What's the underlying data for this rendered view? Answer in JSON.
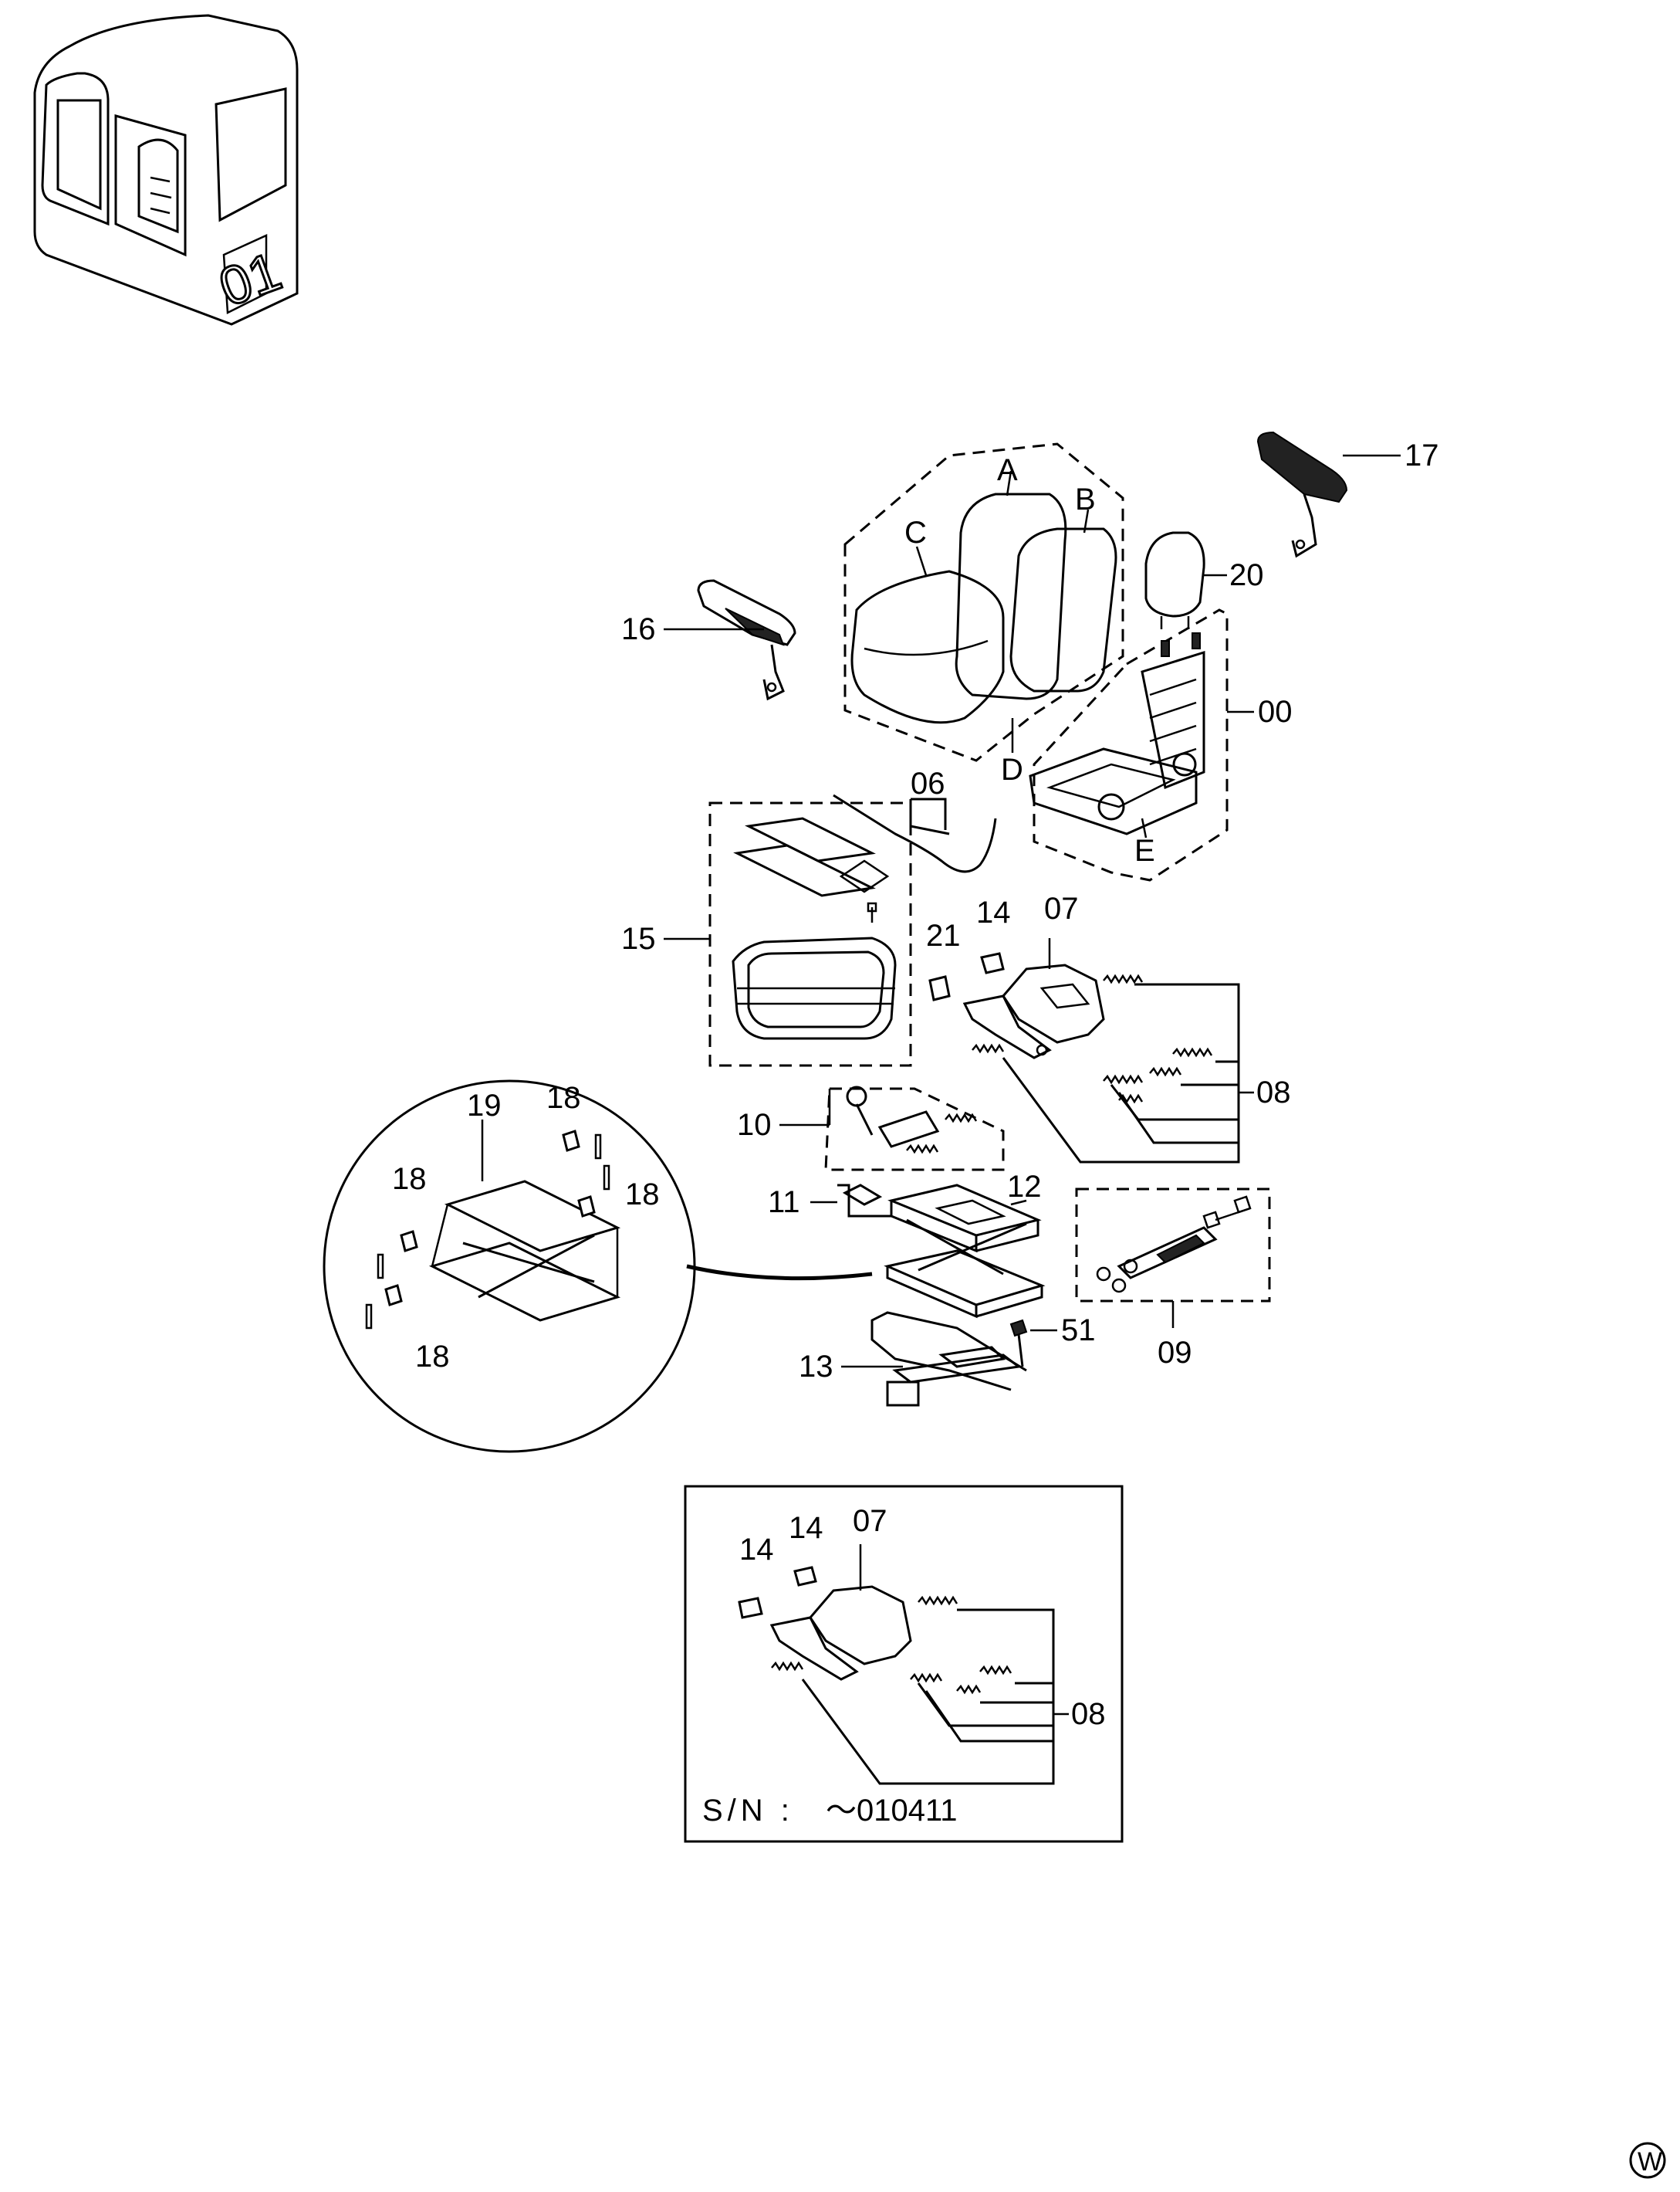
{
  "labels": {
    "A": "A",
    "B": "B",
    "C": "C",
    "D": "D",
    "E": "E",
    "p00": "00",
    "p06": "06",
    "p07": "07",
    "p08": "08",
    "p09": "09",
    "p10": "10",
    "p11": "11",
    "p12": "12",
    "p13": "13",
    "p14": "14",
    "p15": "15",
    "p16": "16",
    "p17": "17",
    "p18": "18",
    "p19": "19",
    "p20": "20",
    "p21": "21",
    "p51": "51"
  },
  "cab_marking": "01",
  "inset": {
    "p07": "07",
    "p08": "08",
    "p14": "14",
    "serial_prefix": "S/N :",
    "serial_range": "～010411"
  },
  "corner_mark": "W"
}
